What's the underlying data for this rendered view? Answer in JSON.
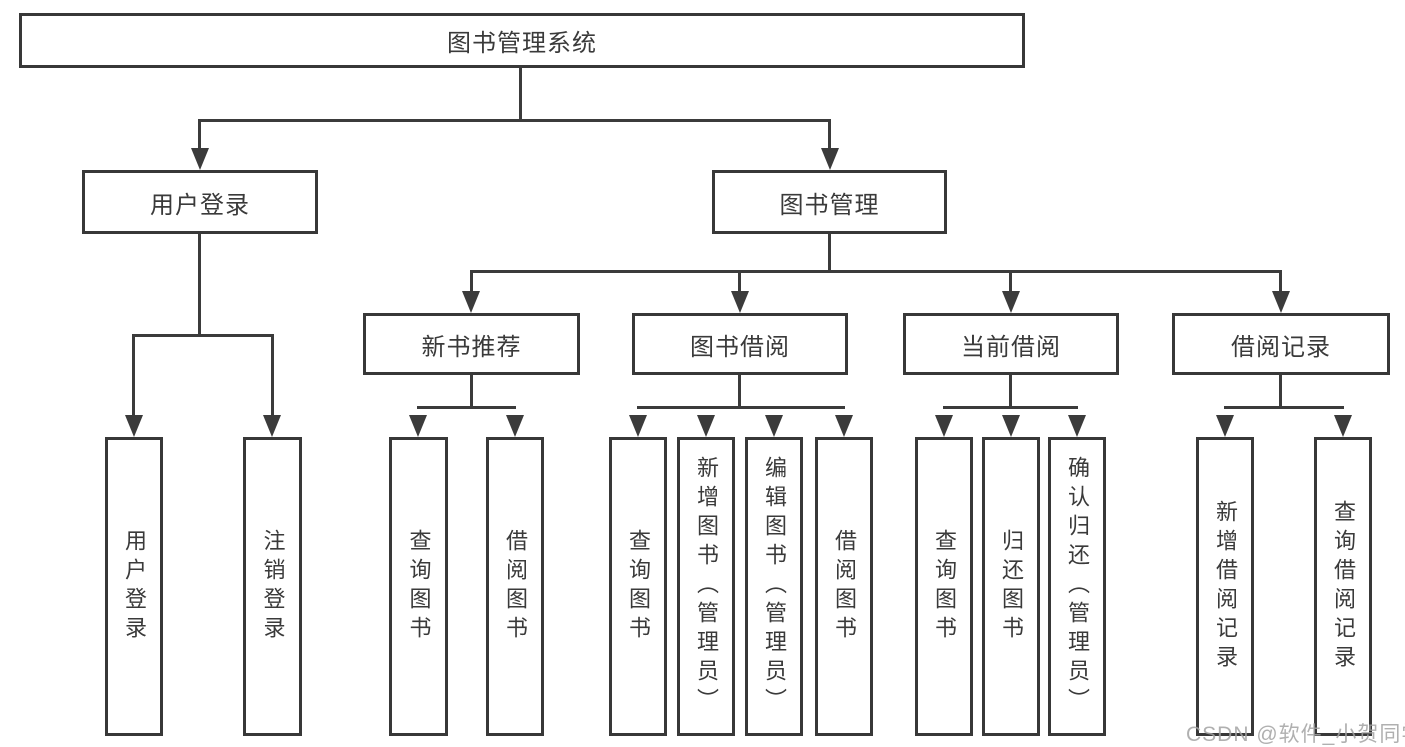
{
  "diagram": {
    "type": "hierarchy-tree",
    "root": "图书管理系统",
    "level2": [
      "用户登录",
      "图书管理"
    ],
    "level3": [
      "新书推荐",
      "图书借阅",
      "当前借阅",
      "借阅记录"
    ],
    "leaves": {
      "login": [
        "用户登录",
        "注销登录"
      ],
      "newbook": [
        "查询图书",
        "借阅图书"
      ],
      "borrow": [
        "查询图书",
        "新增图书（管理员）",
        "编辑图书（管理员）",
        "借阅图书"
      ],
      "current": [
        "查询图书",
        "归还图书",
        "确认归还（管理员）"
      ],
      "records": [
        "新增借阅记录",
        "查询借阅记录"
      ]
    },
    "colors": {
      "line": "#3b3b3b",
      "border": "#383838",
      "text": "#3a3a3a",
      "background": "#ffffff",
      "watermark": "#a2a2a2"
    }
  },
  "watermark": "CSDN @软件_小贺同学"
}
